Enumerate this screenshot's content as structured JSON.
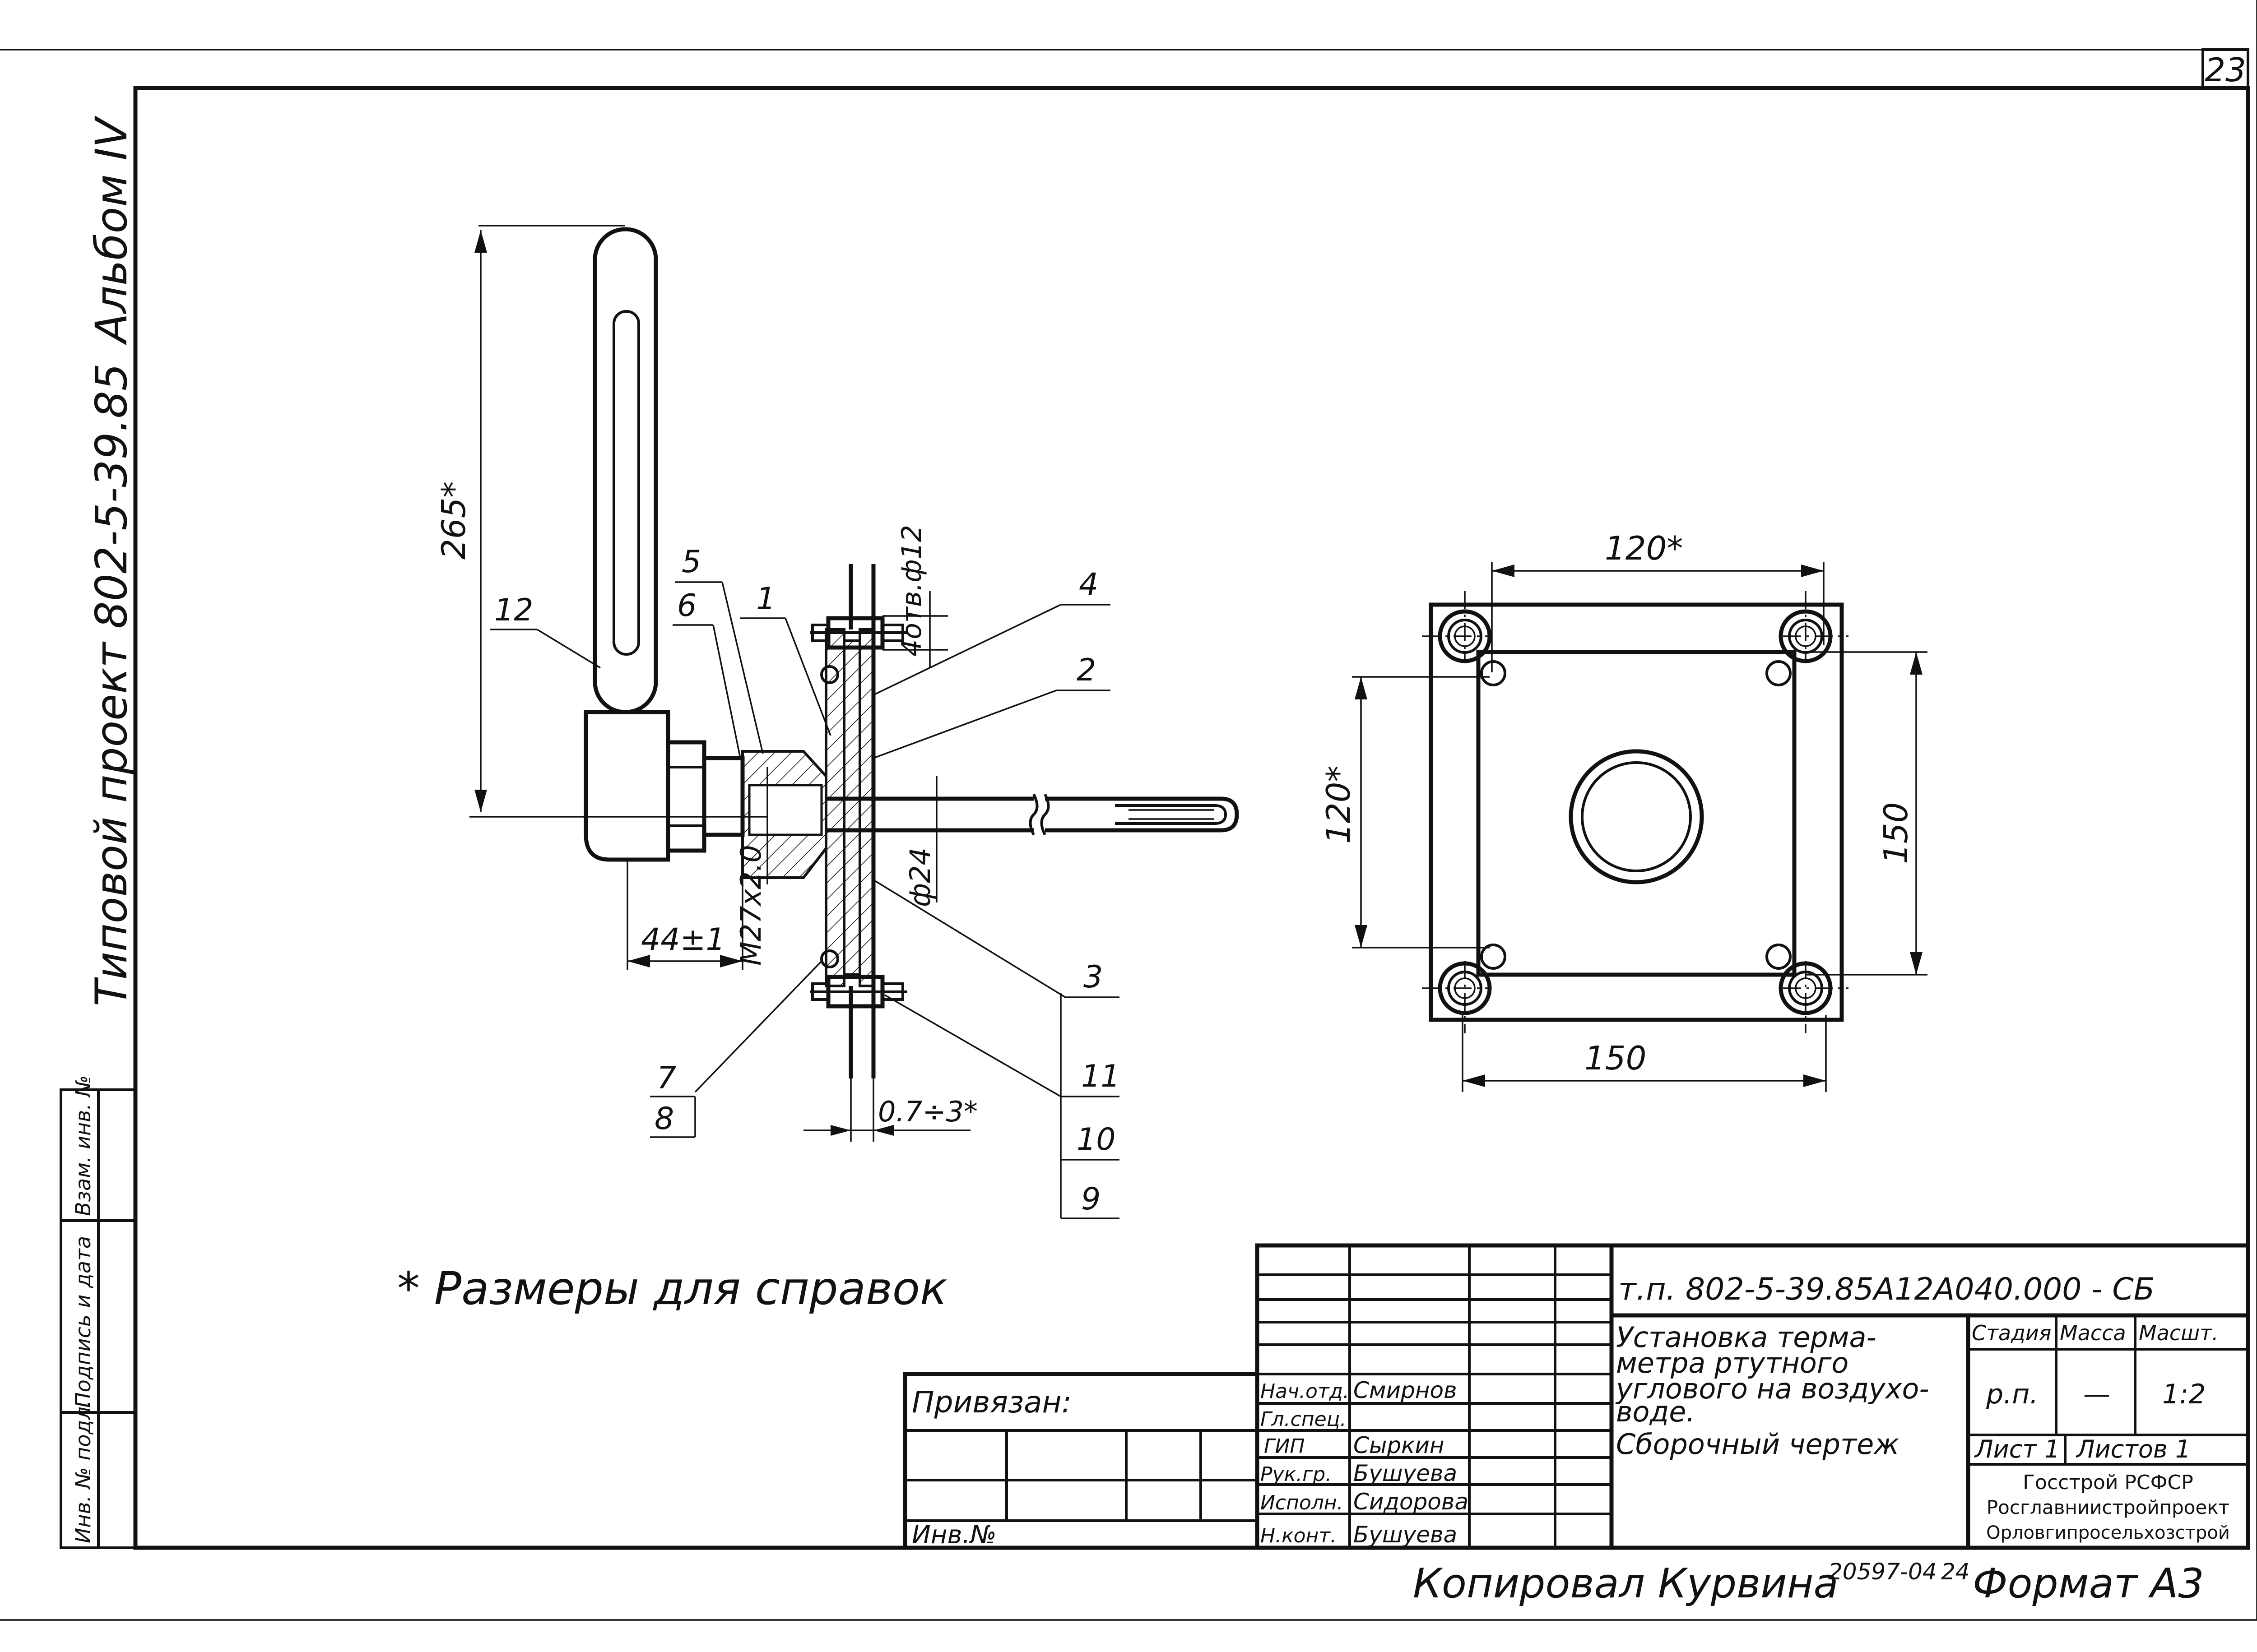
{
  "sheet": {
    "number": "23"
  },
  "margin": {
    "album": "Альбом IV",
    "project": "Типовой проект 802-5-39.85",
    "sidebar_cells": [
      "Инв. № подл.",
      "Подпись и дата",
      "Взам. инв. №"
    ]
  },
  "drawing": {
    "dimensions": {
      "height": "265*",
      "holes": "4отв.ф12",
      "pipe_dia": "ф24",
      "offset": "44±1",
      "thread": "М27х2.0",
      "wall": "0.7÷3*",
      "bolt_spacing_h": "120*",
      "bolt_spacing_v": "120*",
      "plate_h": "150",
      "plate_v": "150"
    },
    "leaders": [
      "1",
      "2",
      "3",
      "4",
      "5",
      "6",
      "7",
      "8",
      "9",
      "10",
      "11",
      "12"
    ]
  },
  "note": "* Размеры для справок",
  "title_block": {
    "doc_code": "т.п. 802-5-39.85А12А040.000 - СБ",
    "title_lines": [
      "Установка терма-",
      "метра ртутного",
      "углового на воздухо-",
      "воде.",
      "Сборочный чертеж"
    ],
    "stage_header": "Стадия",
    "mass_header": "Масса",
    "scale_header": "Масшт.",
    "stage": "р.п.",
    "mass": "—",
    "scale": "1:2",
    "sheet_label": "Лист 1",
    "sheets_label": "Листов 1",
    "org_lines": [
      "Госстрой РСФСР",
      "Росглавниистройпроект",
      "Орловгипросельхозстрой"
    ],
    "bound_label": "Привязан:",
    "inv_label": "Инв.№",
    "roles": [
      {
        "role": "Нач.отд.",
        "name": "Смирнов"
      },
      {
        "role": "Гл.спец.",
        "name": ""
      },
      {
        "role": "ГИП",
        "name": "Сыркин"
      },
      {
        "role": "Рук.гр.",
        "name": "Бушуева"
      },
      {
        "role": "Исполн.",
        "name": "Сидорова"
      },
      {
        "role": "Н.конт.",
        "name": "Бушуева"
      }
    ]
  },
  "footer": {
    "copied_by": "Копировал Курвина",
    "order_no": "20597-04",
    "order_sheet": "24",
    "format": "Формат А3"
  }
}
